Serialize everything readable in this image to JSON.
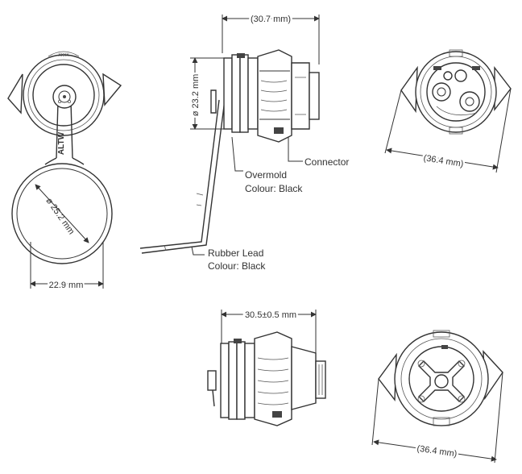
{
  "dimensions": {
    "connector_top_width": "(30.7 mm)",
    "connector_diameter": "ø 23.2 mm",
    "connector_face_width": "(36.4 mm)",
    "cap_diameter": "ø 25.2 mm",
    "cap_width": "22.9 mm",
    "receptacle_width": "30.5±0.5 mm",
    "receptacle_face_width": "(36.4 mm)"
  },
  "callouts": {
    "connector": "Connector",
    "overmold_line1": "Overmold",
    "overmold_line2": "Colour: Black",
    "lead_line1": "Rubber Lead",
    "lead_line2": "Colour: Black"
  },
  "markings": {
    "cap_brand": "ALTW"
  }
}
